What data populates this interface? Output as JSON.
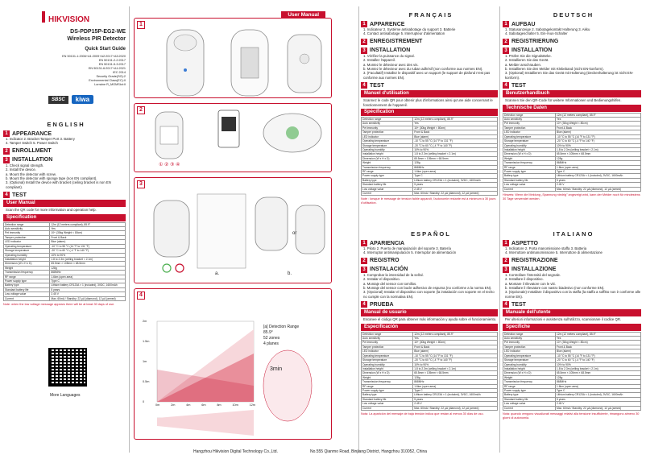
{
  "cover": {
    "brand": "HIKVISION",
    "model": "DS-PDP15P-EG2-WE",
    "product": "Wireless PIR Detector",
    "guide": "Quick Start Guide",
    "standards": [
      "EN 50131-1:2006+A1:2009+A2:2017+A3:2020",
      "EN 50131-2-2:2017",
      "EN 50131-5-3:2017",
      "EN 50131-6:2017+A1:2021",
      "IEC 2014",
      "Security Grade(SG):2",
      "Environmental Class(EC):II",
      "Lorraine R_MGMSlot:II"
    ],
    "sbsc": "SBSC",
    "kiwa": "kiwa",
    "more_languages": "More Languages"
  },
  "user_manual_tag": "User Manual",
  "footer": {
    "company": "Hangzhou Hikvision Digital Technology Co.,Ltd.",
    "address": "No.555 Qianmo Road, Binjiang District, Hangzhou 310052, China"
  },
  "english": {
    "lang": "ENGLISH",
    "appearance": "APPEARANCE",
    "appearance_items": "1. Indicator   2. Bracket Tamper Port   3. Battery\n4. Tamper Switch   5. Power Switch",
    "enrollment": "ENROLLMENT",
    "installation": "INSTALLATION",
    "install_text": "1. Check signal strength.\n2. Install the device.\n   a. Mount the detector with screw.\n   b. Mount the detector with sponge tape (non EN compliant).\n3. (Optional) Install the device with bracket (ceiling bracket is non EN compliant).",
    "test": "TEST",
    "user_manual": "User Manual",
    "qr_text": "Scan the QR code for more information and operation help.",
    "spec_title": "Specification",
    "spec_rows": [
      [
        "Detection range",
        "12m (12 meters compliant), 85.9°"
      ],
      [
        "Auto sensitivity",
        "Yes"
      ],
      [
        "Pet immunity",
        "10+ (30kg Weight < 80cm)"
      ],
      [
        "Tamper protection",
        "Front & Back"
      ],
      [
        "LED indicator",
        "Blue (alarm)"
      ],
      [
        "Operating temperature",
        "-10 °C to 55 °C (14 °F to 131 °F)"
      ],
      [
        "Storage temperature",
        "-20 °C to 60 °C (-4 °F to 140 °F)"
      ],
      [
        "Operating humidity",
        "10% to 90%"
      ],
      [
        "Installation height",
        "1.8 to 2.3m (ceiling bracket < 2.1m)"
      ],
      [
        "Dimension (W x H x D)",
        "65.5mm × 105mm × 68.5mm"
      ],
      [
        "Weight",
        "128g"
      ],
      [
        "Transmission frequency",
        "868MHz"
      ],
      [
        "RF range",
        "1.6km (open area)"
      ],
      [
        "Power supply type",
        "Type C"
      ],
      [
        "Battery type",
        "Lithium battery CR123A × 1 (included), 3VDC, 1600mAh"
      ],
      [
        "Standard battery life",
        "5 years"
      ],
      [
        "Low voltage value",
        "2.45 V"
      ],
      [
        "Current",
        "Max. 60mA / Standby: 22 μA (diamond), 12 μA (armed)"
      ]
    ],
    "note": "Note: when the low voltage message appears there will be at least 30 days of use."
  },
  "francais": {
    "lang": "FRANÇAIS",
    "appearance": "APPARENCE",
    "appearance_items": "1. Indicateur   2. Système antisabotage du support   3. Batterie\n4. Contact antisabotage   5. Interrupteur d'alimentation",
    "enrollment": "ENREGISTREMENT",
    "installation": "INSTALLATION",
    "install_text": "1. Vérifiez la puissance du signal.\n2. Installez l'appareil.\n   a. Montez le détecteur avec des vis.\n   b. Montez le détecteur avec du ruban adhésif (non conforme aux normes EN).\n3. (Facultatif) Installez le dispositif avec un support (le support de plafond n'est pas conforme aux normes EN).",
    "test": "TEST",
    "user_manual": "Manuel d'utilisation",
    "qr_text": "Scannez le code QR pour obtenir plus d'informations ainsi qu'une aide concernant le fonctionnement de l'appareil.",
    "spec_title": "Spécification",
    "note": "Note : lorsque le message de tension faible apparaît, l'autonomie restante est à minimum à 30 jours d'utilisation."
  },
  "deutsch": {
    "lang": "DEUTSCH",
    "appearance": "AUFBAU",
    "appearance_items": "1. Statusanzeige   2. Sabotagekontakt Halterung   3. Akku\n4. Sabotageschalter   5. Ein-/Aus-Schalter",
    "enrollment": "REGISTRIERUNG",
    "installation": "INSTALLATION",
    "install_text": "1. Prüfen Sie die Signalstärke.\n2. Installieren Sie das Gerät.\n   a. Melder anschrauben.\n   b. Installieren Sie den Melder mit Klebeband (nicht EN-konform).\n3. (Optional) Installieren Sie das Gerät mit Halterung (Deckenhalterung ist nicht EN-konform).",
    "test": "TEST",
    "user_manual": "Benutzerhandbuch",
    "qr_text": "Scannen Sie den QR-Code für weitere Informationen und Bedienungshilfen.",
    "spec_title": "Technische Daten",
    "note": "Hinweis: Wenn die Meldung „Spannung niedrig\" angezeigt wird, kann der Melder noch für mindestens 30 Tage verwendet werden."
  },
  "espanol": {
    "lang": "ESPAÑOL",
    "appearance": "APARIENCIA",
    "appearance_items": "1. Piloto   2. Puerto de manipulación del soporte   3. Batería\n4. Interruptor antimanipulación   5. Interruptor de alimentación",
    "enrollment": "REGISTRO",
    "installation": "INSTALACIÓN",
    "install_text": "1. Comprobar la intensidad de la señal.\n2. Instalar el dispositivo.\n   a. Montaje del sensor con tornillos.\n   b. Montaje del sensor con bucle adhesivo de espuma (no conforme a la norma EN).\n3. (Opcional) Instalar el dispositivo con soporte (la instalación con soporte en el techo no cumple con la normativa EN).",
    "test": "PRUEBA",
    "user_manual": "Manual de usuario",
    "qr_text": "Escanee el código QR para obtener más información y ayuda sobre el funcionamiento.",
    "spec_title": "Especificación",
    "note": "Nota: La aparición del mensaje de baja tensión indica que restan al menos 30 días de uso."
  },
  "italiano": {
    "lang": "ITALIANO",
    "appearance": "ASPETTO",
    "appearance_items": "1. Indicatore   2. Porta manomissione staffa   3. Batteria\n4. Interruttore antimanomissione   5. Interruttore di alimentazione",
    "enrollment": "REGISTRAZIONE",
    "installation": "INSTALLAZIONE",
    "install_text": "1. Controllare l'intensità del segnale.\n2. Installare il dispositivo.\n   a. Montare il rilevatore con le viti.\n   b. Installare il rilevatore con nastro biadesivo (non conforme EN).\n3. (Opzionale) Installare il dispositivo con la staffa (la staffa a soffitto non è conforme alle norme EN).",
    "test": "TEST",
    "user_manual": "Manuale dell'utente",
    "qr_text": "Per ulteriori informazioni e assistenza sull'utilizzo, scansionare il codice QR.",
    "spec_title": "Specifiche",
    "note": "Nota: quando vengono visualizzati messaggi relativi alla tensione insufficiente, rimangono almeno 30 giorni di autonomia."
  },
  "diagrams": {
    "steps": [
      "1",
      "2",
      "3",
      "4"
    ],
    "step2_labels": "① ② ③ ④",
    "angle_a": "a.",
    "angle_b": "b.",
    "or": "or",
    "range_title": "[a] Detection Range",
    "range_angle": "85.9°",
    "range_zones": "52 zones",
    "range_planes": "4 planes",
    "timer": "3min",
    "y_ticks": [
      "2m",
      "1.5m",
      "1m",
      "0.5m",
      "0"
    ],
    "x_ticks": [
      "0m",
      "2m",
      "4m",
      "6m",
      "8m",
      "10m",
      "12m"
    ]
  }
}
